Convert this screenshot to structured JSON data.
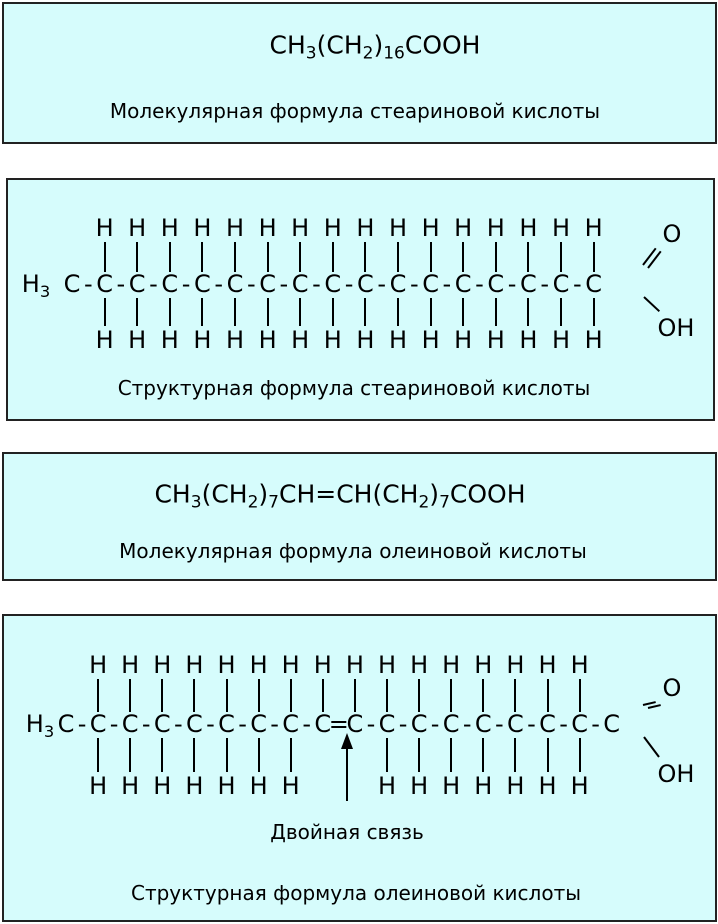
{
  "stearic": {
    "molecular_formula": {
      "p1": "CH",
      "s1": "3",
      "p2": "(CH",
      "s2": "2",
      "p3": ")",
      "s3": "16",
      "p4": "COOH"
    },
    "molecular_caption": "Молекулярная формула стеариновой кислоты",
    "structural_caption": "Структурная формула стеариновой кислоты",
    "methyl": {
      "h": "H",
      "sub": "3"
    },
    "chain": "C-C-C-C-C-C-C-C-C-C-C-C-C-C-C-C-C",
    "h_top_carbons": [
      1,
      2,
      3,
      4,
      5,
      6,
      7,
      8,
      9,
      10,
      11,
      12,
      13,
      14,
      15,
      16
    ],
    "h_bottom_carbons": [
      1,
      2,
      3,
      4,
      5,
      6,
      7,
      8,
      9,
      10,
      11,
      12,
      13,
      14,
      15,
      16
    ],
    "carbonyl_o": "O",
    "hydroxyl": "OH",
    "hydrogen": "H"
  },
  "oleic": {
    "molecular_formula": {
      "p1": "CH",
      "s1": "3",
      "p2": "(CH",
      "s2": "2",
      "p3": ")",
      "s3": "7",
      "p4": "CH=CH(CH",
      "s4": "2",
      "p5": ")",
      "s5": "7",
      "p6": "COOH"
    },
    "molecular_caption": "Молекулярная формула олеиновой кислоты",
    "structural_caption": "Структурная формула олеиновой кислоты",
    "methyl": {
      "h": "H",
      "sub": "3"
    },
    "chain": "C-C-C-C-C-C-C-C-C=C-C-C-C-C-C-C-C-C",
    "h_top_carbons": [
      1,
      2,
      3,
      4,
      5,
      6,
      7,
      8,
      9,
      10,
      11,
      12,
      13,
      14,
      15,
      16
    ],
    "h_bottom_carbons": [
      1,
      2,
      3,
      4,
      5,
      6,
      7,
      10,
      11,
      12,
      13,
      14,
      15,
      16
    ],
    "double_bond_label": "Двойная связь",
    "carbonyl_o": "O",
    "hydroxyl": "OH",
    "hydrogen": "H"
  }
}
